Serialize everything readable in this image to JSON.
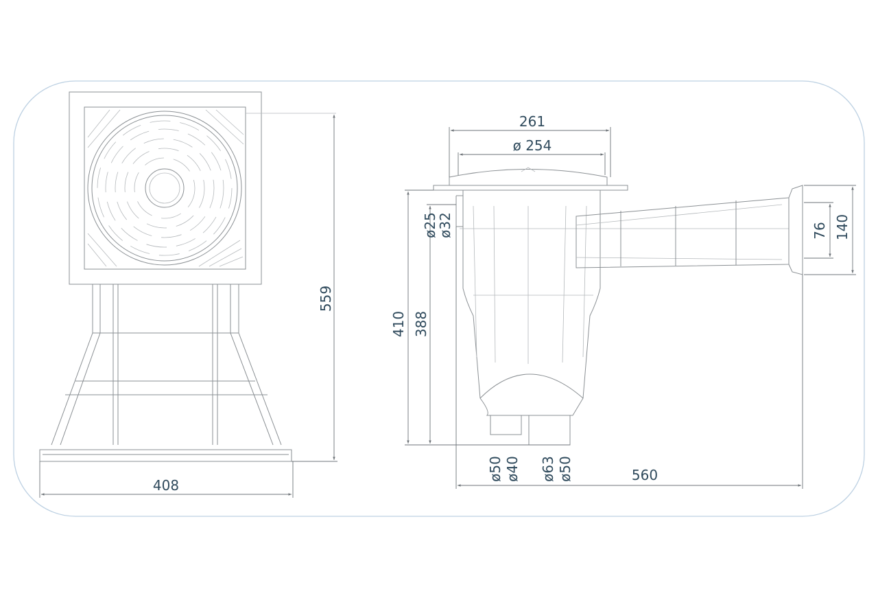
{
  "front_view": {
    "width_label": "408",
    "height_label": "559"
  },
  "side_view": {
    "top_width_label": "261",
    "lid_diameter_label": "ø 254",
    "total_height_label": "410",
    "body_height_label": "388",
    "side_port_labels": [
      "ø25",
      "ø32"
    ],
    "bottom_port_labels": [
      "ø50",
      "ø40",
      "ø63",
      "ø50"
    ],
    "total_length_label": "560",
    "inlet_inner_label": "76",
    "inlet_outer_label": "140"
  },
  "colors": {
    "label": "#2f4a5c",
    "frame": "#bcd0e2",
    "line": "#8a8f93"
  }
}
